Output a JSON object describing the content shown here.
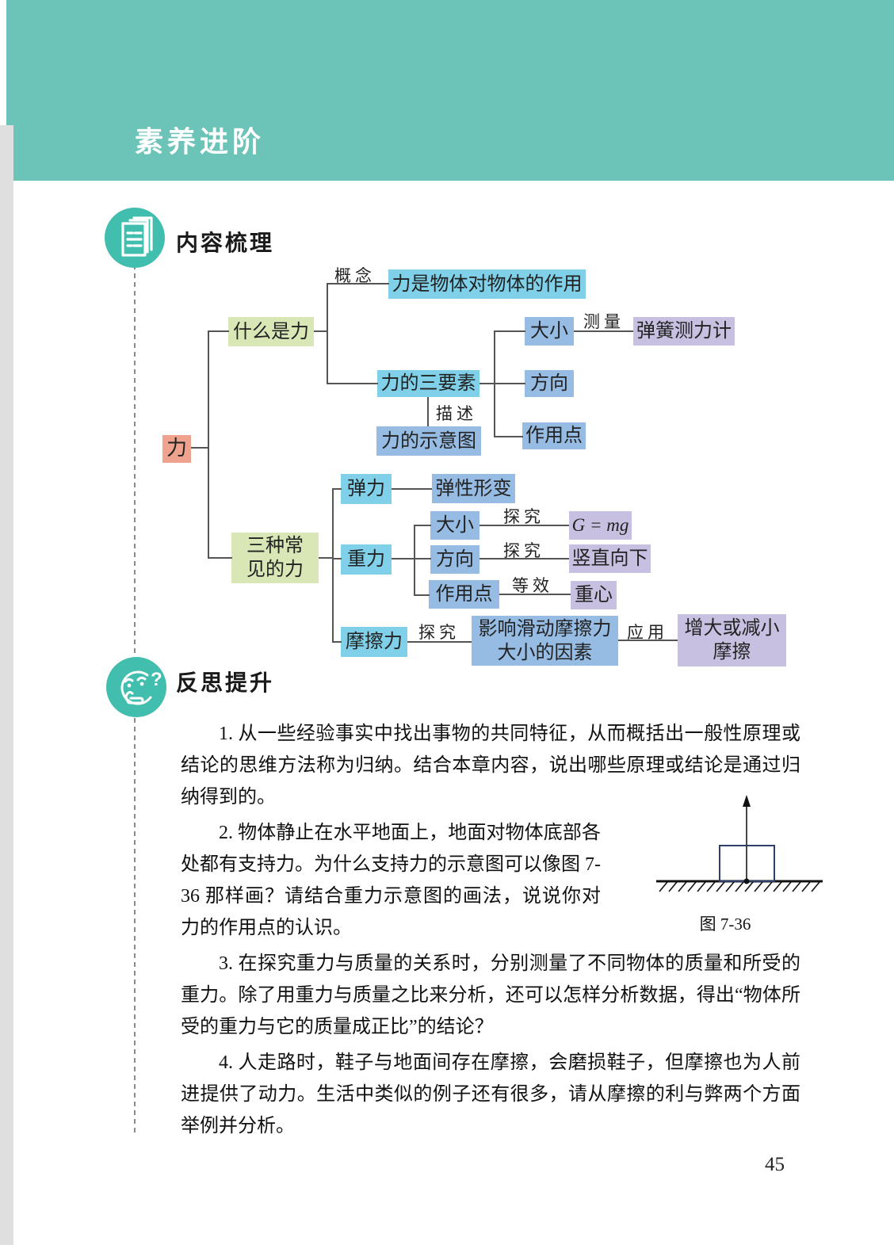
{
  "header": {
    "title": "素养进阶",
    "bg_color": "#6CC4B8"
  },
  "sections": {
    "content": {
      "title": "内容梳理"
    },
    "reflect": {
      "title": "反思提升"
    }
  },
  "map": {
    "nodes": {
      "force": "力",
      "what_is_force": "什么是力",
      "definition": "力是物体对物体的作用",
      "three_elements": "力的三要素",
      "magnitude1": "大小",
      "spring_scale": "弹簧测力计",
      "direction1": "方向",
      "point1": "作用点",
      "force_diagram": "力的示意图",
      "three_forces": "三种常\n见的力",
      "elastic": "弹力",
      "deformation": "弹性形变",
      "gravity": "重力",
      "magnitude2": "大小",
      "formula": "G = mg",
      "direction2": "方向",
      "down": "竖直向下",
      "point2": "作用点",
      "center_of_gravity": "重心",
      "friction": "摩擦力",
      "factors": "影响滑动摩擦力\n大小的因素",
      "application": "增大或减小\n摩擦"
    },
    "labels": {
      "concept": "概念",
      "measure": "测量",
      "describe": "描述",
      "explore1": "探究",
      "explore2": "探究",
      "equivalent": "等效",
      "explore3": "探究",
      "apply": "应用"
    },
    "colors": {
      "cyan": "#7FD0E8",
      "blue": "#97BCE4",
      "purple": "#C7C0E1",
      "green": "#D9E7B7",
      "salmon": "#EFA38E"
    }
  },
  "questions": [
    "1. 从一些经验事实中找出事物的共同特征，从而概括出一般性原理或结论的思维方法称为归纳。结合本章内容，说出哪些原理或结论是通过归纳得到的。",
    "2. 物体静止在水平地面上，地面对物体底部各处都有支持力。为什么支持力的示意图可以像图 7-36 那样画？请结合重力示意图的画法，说说你对力的作用点的认识。",
    "3. 在探究重力与质量的关系时，分别测量了不同物体的质量和所受的重力。除了用重力与质量之比来分析，还可以怎样分析数据，得出“物体所受的重力与它的质量成正比”的结论？",
    "4. 人走路时，鞋子与地面间存在摩擦，会磨损鞋子，但摩擦也为人前进提供了动力。生活中类似的例子还有很多，请从摩擦的利与弊两个方面举例并分析。"
  ],
  "figure": {
    "caption": "图 7-36"
  },
  "page": {
    "number": "45"
  }
}
